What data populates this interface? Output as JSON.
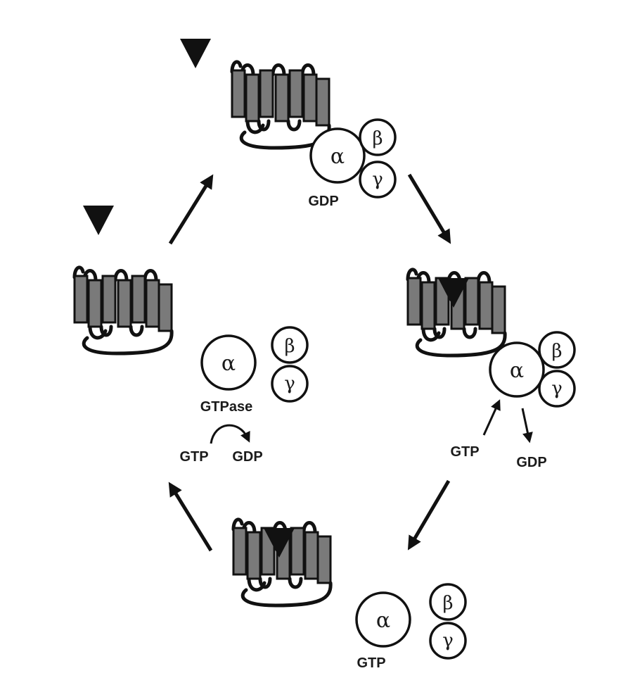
{
  "diagram": {
    "symbols": {
      "alpha": "α",
      "beta": "β",
      "gamma": "γ"
    },
    "labels": {
      "gdp_top": "GDP",
      "gtpase": "GTPase",
      "gtp_left": "GTP",
      "gdp_left": "GDP",
      "gtp_right": "GTP",
      "gdp_right": "GDP",
      "gtp_bottom": "GTP"
    }
  }
}
